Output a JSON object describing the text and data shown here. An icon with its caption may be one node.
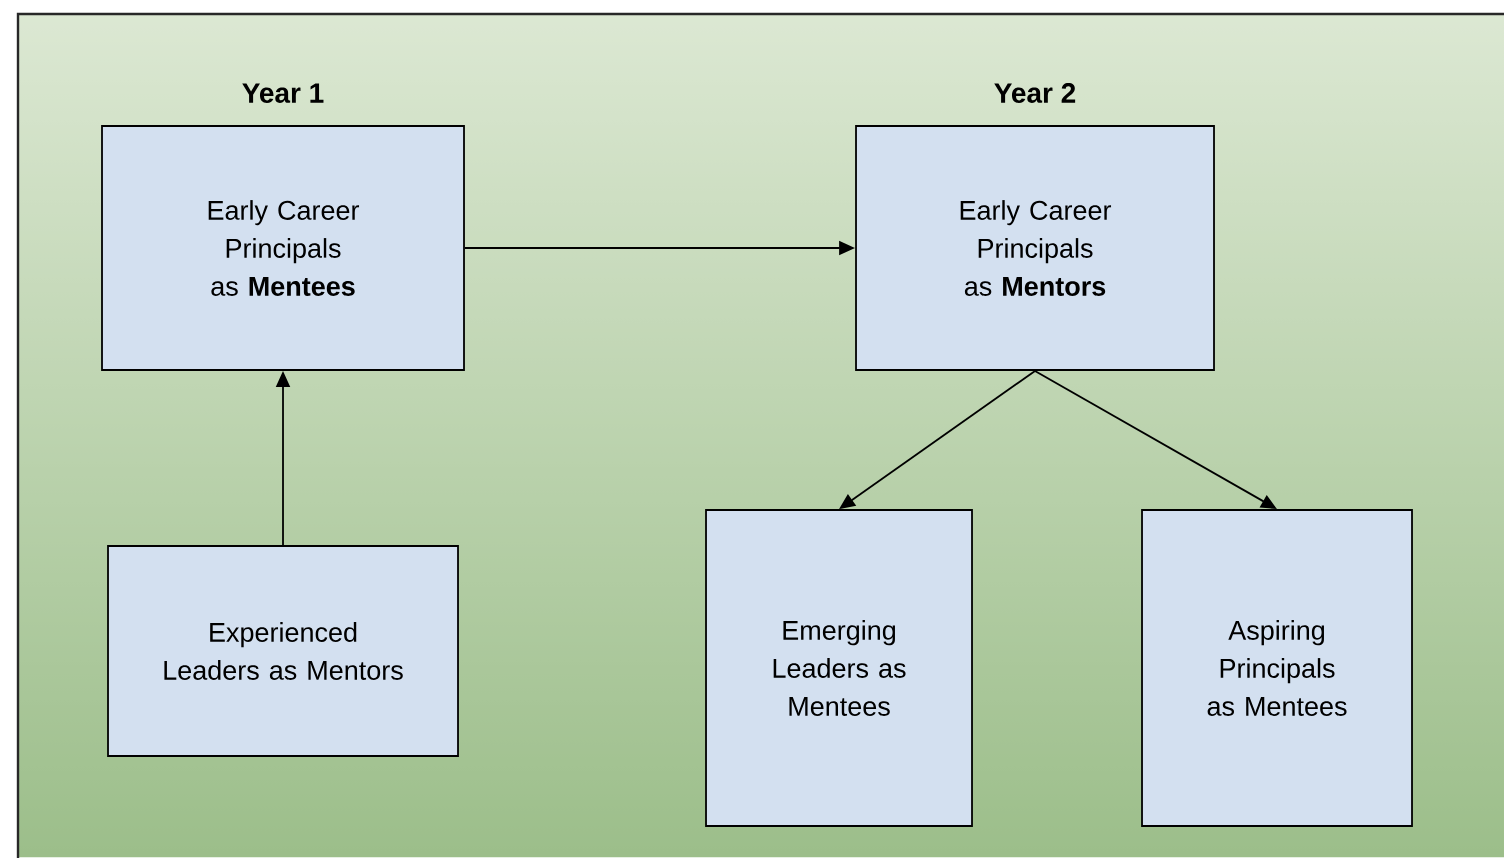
{
  "diagram": {
    "nodes": [
      {
        "text": [
          "Year 1",
          "Early Career Principals as **Mentees**"
        ]
      },
      {
        "text": [
          "Year 2",
          "Early Career Principals as **Mentors**"
        ]
      },
      {
        "text": [
          "Experienced Leaders as Mentors"
        ]
      },
      {
        "text": [
          "Emerging Leaders as Mentees"
        ]
      },
      {
        "text": [
          "Aspiring Principals as Mentees"
        ]
      }
    ],
    "edges": [
      {
        "from": 0,
        "to": 1,
        "arrow": "to"
      },
      {
        "from": 2,
        "to": 0,
        "arrow": "to"
      },
      {
        "from": 1,
        "to": 3,
        "arrow": "to"
      },
      {
        "from": 1,
        "to": 4,
        "arrow": "to"
      }
    ]
  }
}
